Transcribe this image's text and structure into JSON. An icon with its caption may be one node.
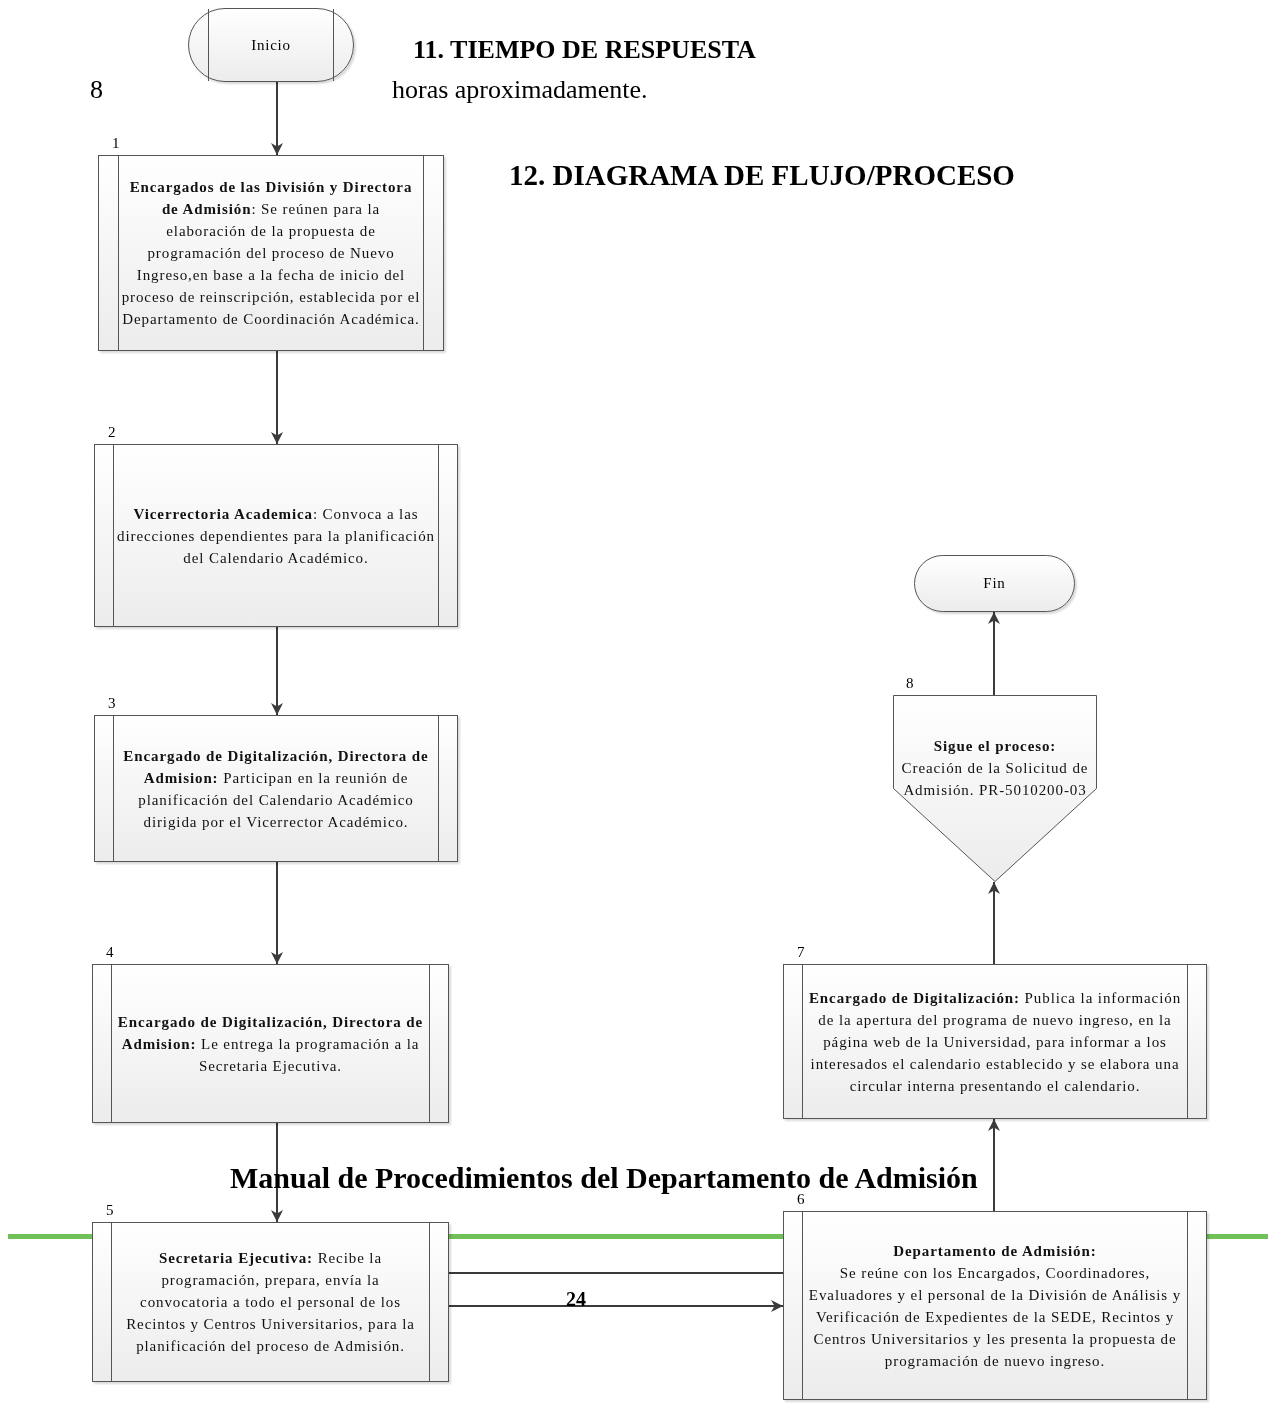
{
  "diagram": {
    "nodes": [
      {
        "text": [
          "Inicio"
        ]
      },
      {
        "text": [
          "**Encargados de las División y Directora de Admisión**: Se reúnen para la elaboración de la propuesta de programación del proceso de Nuevo Ingreso,en base a la fecha de inicio del proceso de reinscripción, establecida por el Departamento de Coordinación Académica."
        ],
        "beside": [
          "1"
        ]
      },
      {
        "text": [
          "**Vicerrectoria Academica**: Convoca a las direcciones dependientes para la planificación del Calendario Académico."
        ],
        "beside": [
          "2"
        ]
      },
      {
        "text": [
          "**Encargado de Digitalización, Directora de Admision:** Participan en la reunión de planificación del Calendario Académico dirigida por el Vicerrector Académico."
        ],
        "beside": [
          "3"
        ]
      },
      {
        "text": [
          "**Encargado de Digitalización, Directora de Admision:** Le entrega la programación a la Secretaria Ejecutiva."
        ],
        "beside": [
          "4"
        ]
      },
      {
        "text": [
          "**Secretaria Ejecutiva:** Recibe la programación, prepara, envía la convocatoria a todo el personal de los Recintos y Centros Universitarios, para la planificación del proceso de Admisión."
        ],
        "beside": [
          "5"
        ]
      },
      {
        "text": [
          "Departamento de Admisión:",
          "Se reúne con los Encargados, Coordinadores, Evaluadores y el personal de la División de Análisis y Verificación de Expedientes de la SEDE, Recintos y Centros  Universitarios y les presenta la propuesta de programación de nuevo ingreso."
        ],
        "beside": [
          "6"
        ]
      },
      {
        "text": [
          "**Encargado de Digitalización:** Publica la información de la apertura del programa de nuevo ingreso, en la página web de la Universidad, para informar a  los interesados el calendario establecido y se elabora una circular interna presentando el calendario."
        ],
        "beside": [
          "7"
        ]
      },
      {
        "text": [
          "Sigue el proceso:",
          "Creación de la Solicitud de Admisión. PR-5010200-03"
        ],
        "beside": [
          "8"
        ]
      },
      {
        "text": [
          "Fin"
        ]
      }
    ],
    "edges": [
      {
        "from": 0,
        "to": 1,
        "arrow": "to"
      },
      {
        "from": 1,
        "to": 2,
        "arrow": "to"
      },
      {
        "from": 2,
        "to": 3,
        "arrow": "to"
      },
      {
        "from": 3,
        "to": 4,
        "arrow": "to"
      },
      {
        "from": 4,
        "to": 5,
        "arrow": "to"
      },
      {
        "from": 5,
        "to": 6,
        "arrow": "none"
      },
      {
        "from": 5,
        "to": 6,
        "arrow": "to"
      },
      {
        "from": 6,
        "to": 7,
        "arrow": "to"
      },
      {
        "from": 7,
        "to": 8,
        "arrow": "to"
      },
      {
        "from": 8,
        "to": 9,
        "arrow": "to"
      }
    ],
    "labels": [
      "11. TIEMPO DE RESPUESTA",
      "8",
      "horas aproximadamente.",
      "12. DIAGRAMA DE FLUJO/PROCESO",
      "Manual de Procedimientos del Departamento de Admisión",
      "24"
    ]
  }
}
